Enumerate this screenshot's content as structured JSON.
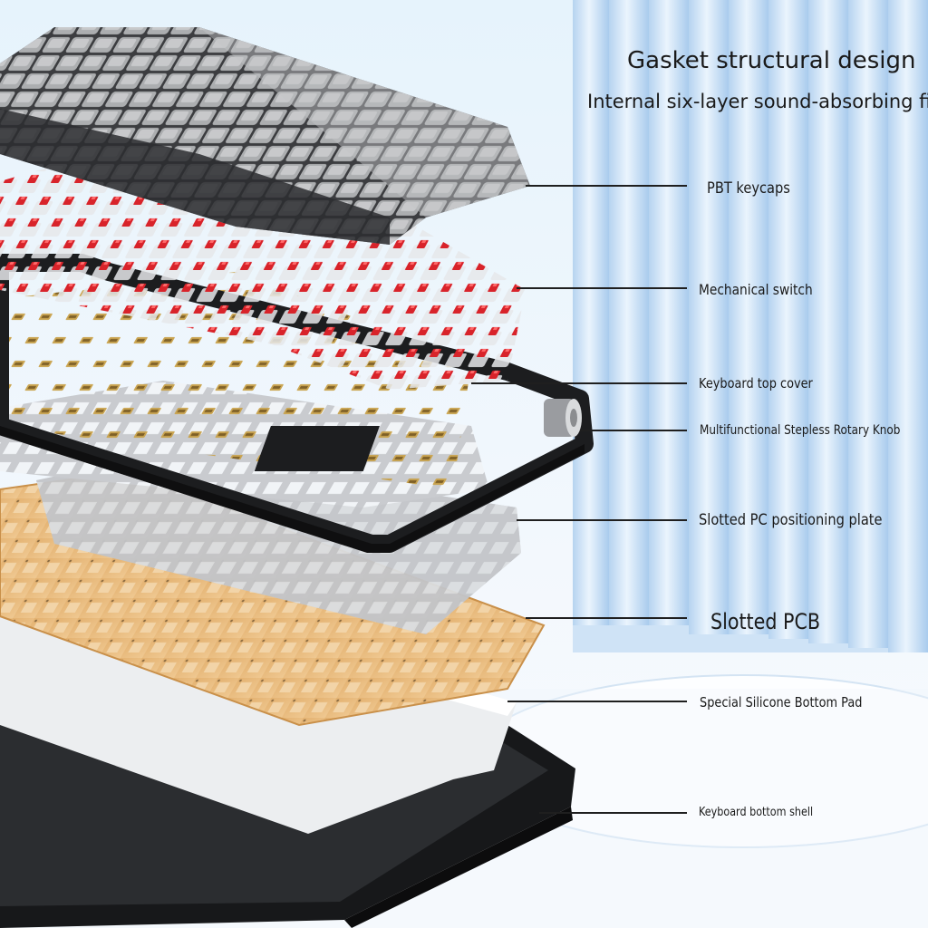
{
  "heading": {
    "title": "Gasket structural design",
    "subtitle": "Internal six-layer sound-absorbing filling"
  },
  "layers": [
    {
      "id": "keycaps",
      "label": "PBT keycaps"
    },
    {
      "id": "switch",
      "label": "Mechanical switch"
    },
    {
      "id": "top-cover",
      "label": "Keyboard top cover"
    },
    {
      "id": "knob",
      "label": "Multifunctional Stepless Rotary Knob"
    },
    {
      "id": "plate",
      "label": "Slotted PC positioning plate"
    },
    {
      "id": "pcb",
      "label": "Slotted PCB"
    },
    {
      "id": "pad",
      "label": "Special Silicone Bottom Pad"
    },
    {
      "id": "bottom-shell",
      "label": "Keyboard bottom shell"
    }
  ],
  "colors": {
    "curtain": "#bcd8f2",
    "keycap_dark": "#3a3b3d",
    "keycap_light": "#d9d9db",
    "switch_red": "#d8232a",
    "pcb": "#e8b877",
    "frame": "#1c1c1e"
  }
}
